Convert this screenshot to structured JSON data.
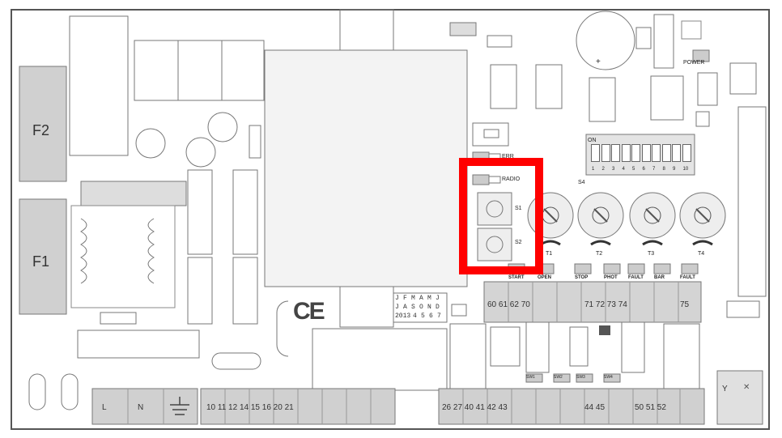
{
  "board": {
    "fuses": [
      "F2",
      "F1"
    ],
    "power_label": "POWER",
    "leds": {
      "err": "ERR",
      "radio": "RADIO"
    },
    "buttons": {
      "s1": "S1",
      "s2": "S2"
    },
    "switch_bank": {
      "on_label": "ON",
      "name": "S4",
      "numbers": [
        "1",
        "2",
        "3",
        "4",
        "5",
        "6",
        "7",
        "8",
        "9",
        "10"
      ]
    },
    "trimmers": [
      "T1",
      "T2",
      "T3",
      "T4"
    ],
    "top_connector_labels": [
      "START",
      "OPEN",
      "STOP",
      "PHOT",
      "FAULT",
      "BAR",
      "FAULT"
    ],
    "upper_terminals": {
      "group_a": "60 61 62 70",
      "group_b": "71 72 73 74",
      "group_c": "75"
    },
    "date_grid": {
      "row1": [
        "J",
        "F",
        "M",
        "A",
        "M",
        "J"
      ],
      "row2": [
        "J",
        "A",
        "S",
        "O",
        "N",
        "D"
      ],
      "row3": [
        "2013",
        "4",
        "5",
        "6",
        "7"
      ]
    },
    "ce_mark": "CE",
    "plus_sign": "+",
    "bottom_terminals": {
      "mains": [
        "L",
        "N"
      ],
      "block_1": "10 11 12 14 15 16 20 21",
      "block_2": "26 27 40 41 42 43",
      "block_3": "44 45",
      "block_4": "50 51 52"
    },
    "side_terminal": "Y",
    "sw_labels": [
      "SW1",
      "SW2",
      "SW3",
      "SW4"
    ]
  },
  "highlight": {
    "color": "#ff0000",
    "target": "push buttons S1 and S2"
  }
}
